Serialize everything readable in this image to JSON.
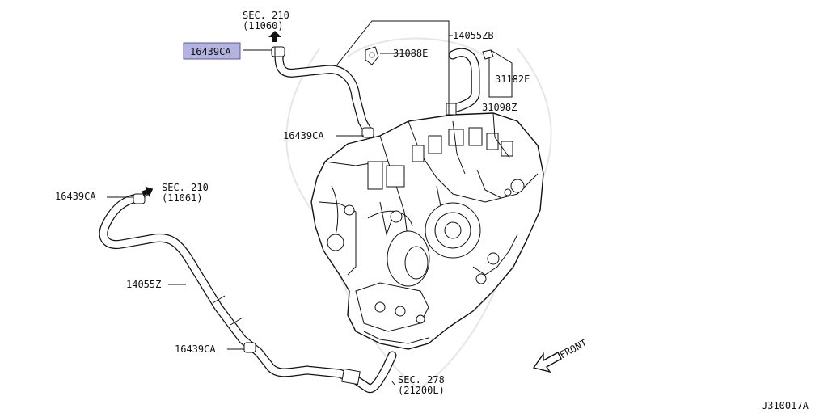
{
  "labels": {
    "sec210_top_line1": "SEC. 210",
    "sec210_top_line2": "(11060)",
    "part_16439CA_highlight": "16439CA",
    "part_14055ZB": "14055ZB",
    "part_31088E": "31088E",
    "part_31182E": "31182E",
    "part_31098Z": "31098Z",
    "part_16439CA_mid": "16439CA",
    "part_16439CA_left": "16439CA",
    "sec210_left_line1": "SEC. 210",
    "sec210_left_line2": "(11061)",
    "part_14055Z": "14055Z",
    "part_16439CA_bottom": "16439CA",
    "sec278_line1": "SEC. 278",
    "sec278_line2": "(21200L)",
    "front": "FRONT",
    "diagram_id": "J310017A"
  },
  "colors": {
    "highlight_fill": "#b4b4e0",
    "highlight_border": "#5a5aa0",
    "line": "#111111",
    "watermark": "#e6e6e6"
  }
}
